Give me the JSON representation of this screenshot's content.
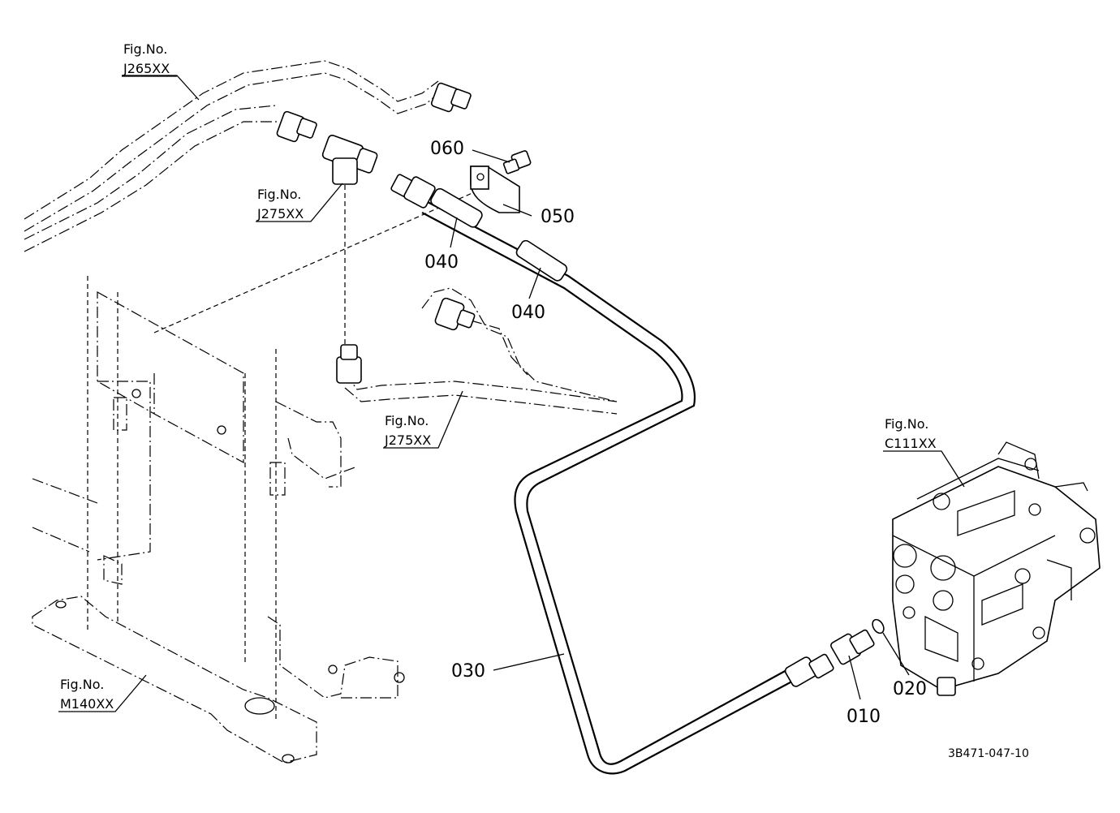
{
  "diagram": {
    "part_labels": [
      {
        "id": "p060",
        "text": "060"
      },
      {
        "id": "p050",
        "text": "050"
      },
      {
        "id": "p040a",
        "text": "040"
      },
      {
        "id": "p040b",
        "text": "040"
      },
      {
        "id": "p030",
        "text": "030"
      },
      {
        "id": "p020",
        "text": "020"
      },
      {
        "id": "p010",
        "text": "010"
      }
    ],
    "figure_refs": [
      {
        "id": "r1",
        "line1": "Fig.No.",
        "line2": "J265XX"
      },
      {
        "id": "r2",
        "line1": "Fig.No.",
        "line2": "J275XX"
      },
      {
        "id": "r3",
        "line1": "Fig.No.",
        "line2": "J275XX"
      },
      {
        "id": "r4",
        "line1": "Fig.No.",
        "line2": "C111XX"
      },
      {
        "id": "r5",
        "line1": "Fig.No.",
        "line2": "M140XX"
      }
    ],
    "drawing_code": "3B471-047-10"
  }
}
